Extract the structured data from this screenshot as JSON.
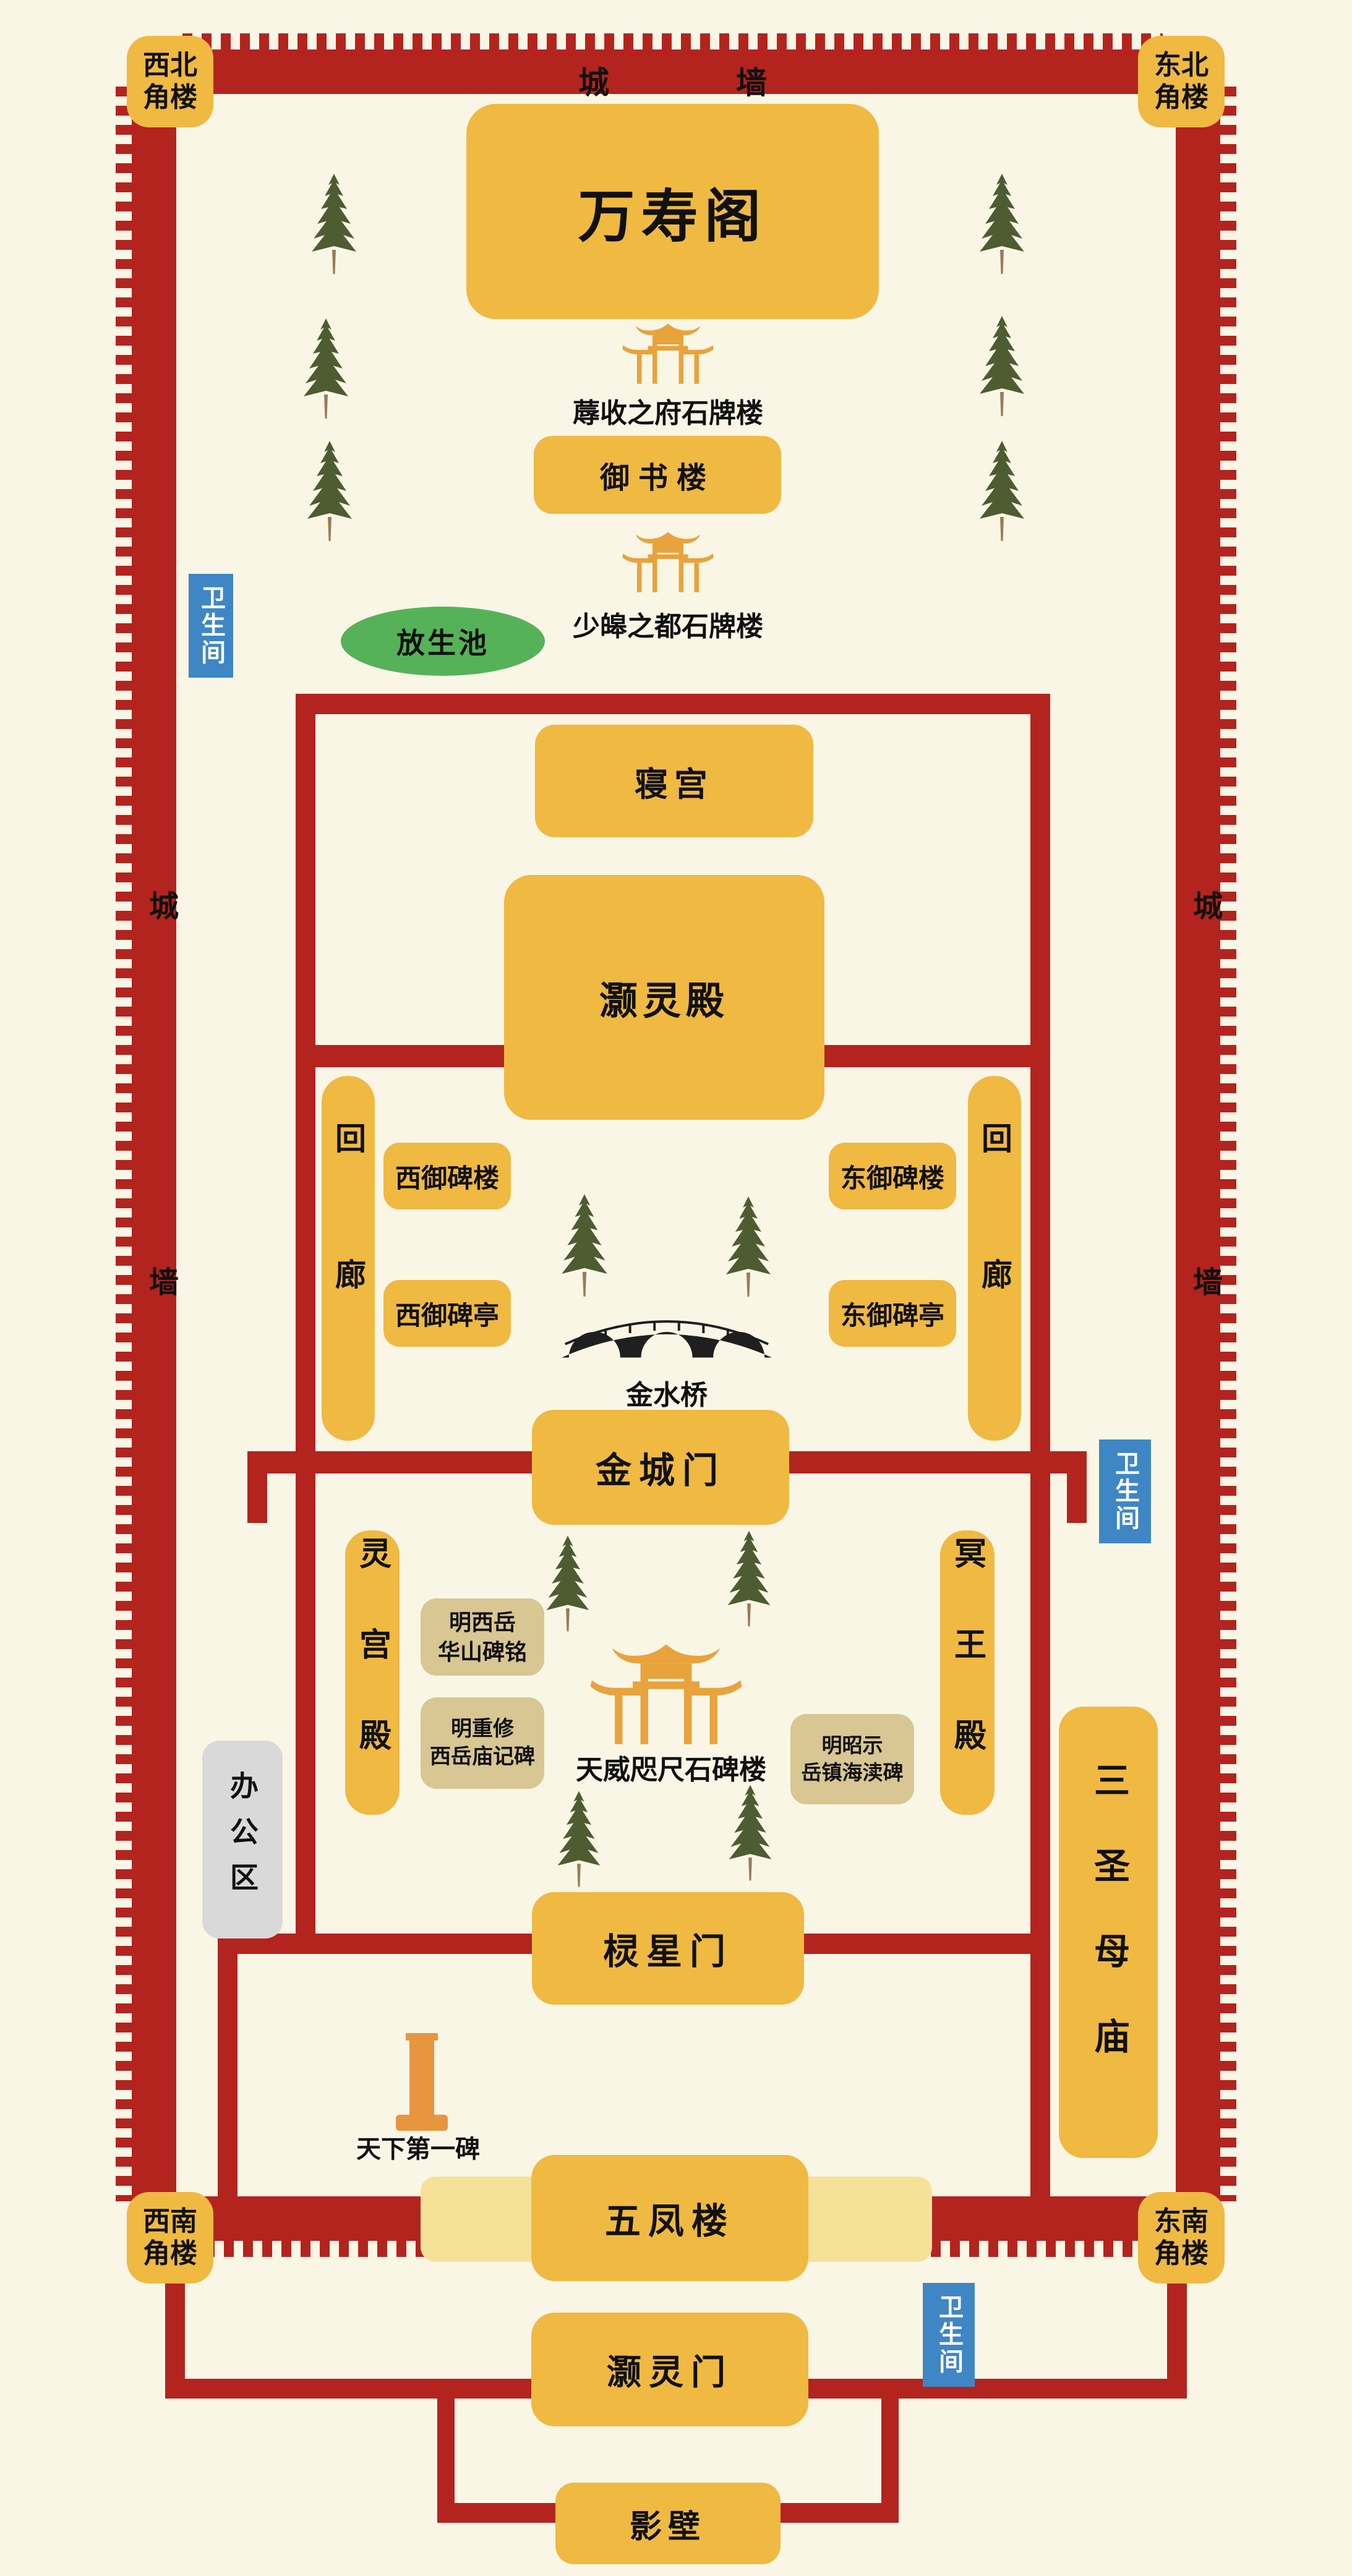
{
  "colors": {
    "background": "#FAF6E6",
    "wall_red": "#B3241F",
    "building_yellow": "#EFB942",
    "pale_yellow": "#F6E198",
    "tablet_tan": "#D8C693",
    "office_gray": "#D9D9D9",
    "wc_blue": "#3F86C5",
    "pond_green": "#56B259",
    "archway_gold": "#E8A33C",
    "stele_orange": "#E8953F",
    "tree_green": "#4D5C31"
  },
  "walls": {
    "top_label": "城墙",
    "left_label": "城墙",
    "right_label": "城墙"
  },
  "corner_towers": {
    "northwest": "西北角楼",
    "northeast": "东北角楼",
    "southwest": "西南角楼",
    "southeast": "东南角楼"
  },
  "buildings": {
    "wanshou_pavilion": "万寿阁",
    "yushu_tower": "御书楼",
    "qin_palace": "寝宫",
    "haoling_hall": "灏灵殿",
    "jincheng_gate": "金城门",
    "lingxing_gate": "棂星门",
    "wufeng_tower": "五凤楼",
    "haoling_gate": "灏灵门",
    "screen_wall": "影壁",
    "linggong_hall": "灵宫殿",
    "mingwang_hall": "冥王殿",
    "sanshengmu_temple": "三圣母庙",
    "office_area": "办公区",
    "corridor_west": "回廊",
    "corridor_east": "回廊",
    "west_stele_tower": "西御碑楼",
    "west_stele_pavilion": "西御碑亭",
    "east_stele_tower": "东御碑楼",
    "east_stele_pavilion": "东御碑亭"
  },
  "tablets": {
    "ming_xiyue_huashan": "明西岳\n华山碑铭",
    "ming_chongxiu_xiyuemiao": "明重修\n西岳庙记碑",
    "ming_zhaoshi_yuezhen": "明昭示\n岳镇海渎碑"
  },
  "landmarks": {
    "rushou_archway": "蓐收之府石牌楼",
    "shaohao_archway": "少皞之都石牌楼",
    "tianwei_archway": "天威咫尺石碑楼",
    "jinshui_bridge": "金水桥",
    "fangsheng_pond": "放生池",
    "number_one_stele": "天下第一碑",
    "restroom": "卫生间"
  }
}
